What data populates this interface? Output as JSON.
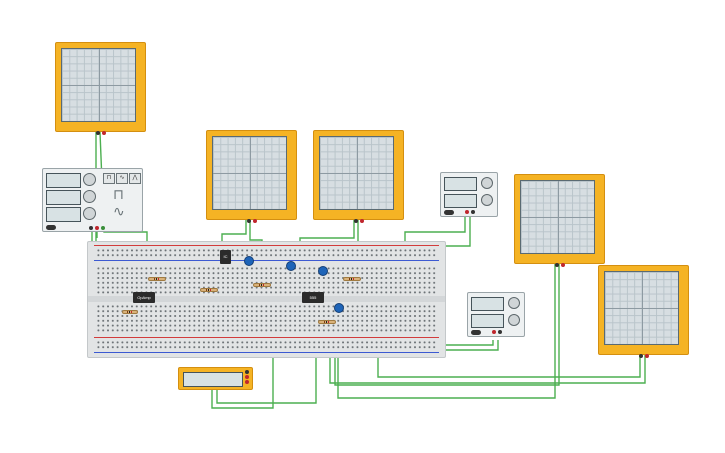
{
  "app": {
    "title": ""
  },
  "oscilloscopes": [
    {
      "id": "scope-1",
      "side_label": "",
      "bottom_label": ""
    },
    {
      "id": "scope-2",
      "side_label": "",
      "bottom_label": ""
    },
    {
      "id": "scope-3",
      "side_label": "",
      "bottom_label": ""
    },
    {
      "id": "scope-4",
      "side_label": "",
      "bottom_label": ""
    },
    {
      "id": "scope-5",
      "side_label": "",
      "bottom_label": ""
    }
  ],
  "function_generator": {
    "wave_buttons": [
      "⊓",
      "∿",
      "⋀"
    ],
    "wave_icons": [
      "⊓",
      "∿"
    ]
  },
  "power_supplies": [
    {
      "id": "psu-1"
    },
    {
      "id": "psu-2"
    }
  ],
  "chips": [
    {
      "id": "chip-opamp",
      "label": "OpAmp"
    },
    {
      "id": "chip-555",
      "label": "555"
    },
    {
      "id": "chip-small",
      "label": "IC"
    }
  ],
  "colors": {
    "instrument_orange": "#f5b324",
    "wire_green": "#4caf50",
    "capacitor_blue": "#1e64b8",
    "rail_red": "#d23c3c",
    "rail_blue": "#3c5ad2"
  }
}
